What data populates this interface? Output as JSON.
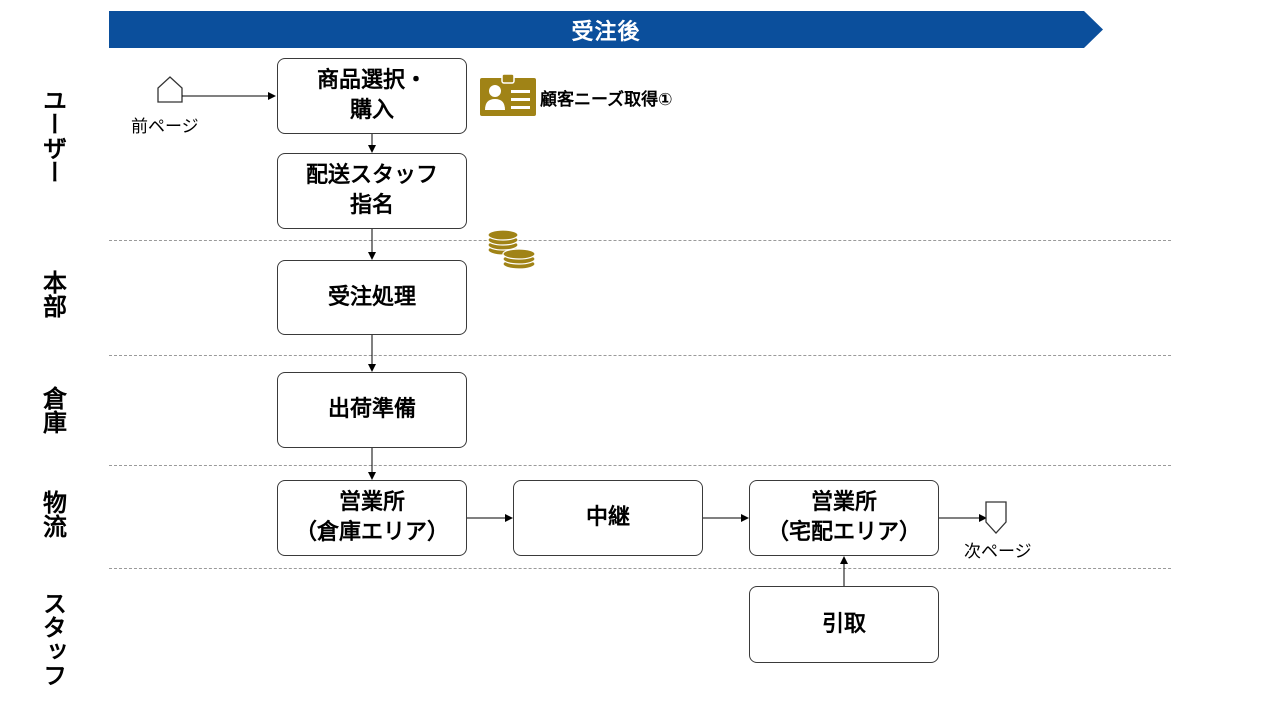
{
  "banner": {
    "title": "受注後"
  },
  "lanes": [
    {
      "id": "user",
      "label": "ユーザー"
    },
    {
      "id": "hq",
      "label": "本部"
    },
    {
      "id": "warehouse",
      "label": "倉庫"
    },
    {
      "id": "logistics",
      "label": "物流"
    },
    {
      "id": "staff",
      "label": "スタッフ"
    }
  ],
  "nodes": {
    "product_select": "商品選択・\n購入",
    "assign_staff": "配送スタッフ\n指名",
    "order_process": "受注処理",
    "ship_prep": "出荷準備",
    "office_warehouse": "営業所\n（倉庫エリア）",
    "relay": "中継",
    "office_delivery": "営業所\n（宅配エリア）",
    "pickup": "引取"
  },
  "connectors": {
    "prev_page": "前ページ",
    "next_page": "次ページ"
  },
  "annotations": {
    "customer_needs": "顧客ニーズ取得①"
  },
  "icons": {
    "customer_card": "id-card-icon",
    "coins": "coins-icon",
    "icon_color": "#a08316"
  },
  "colors": {
    "banner": "#0b4f9c"
  }
}
